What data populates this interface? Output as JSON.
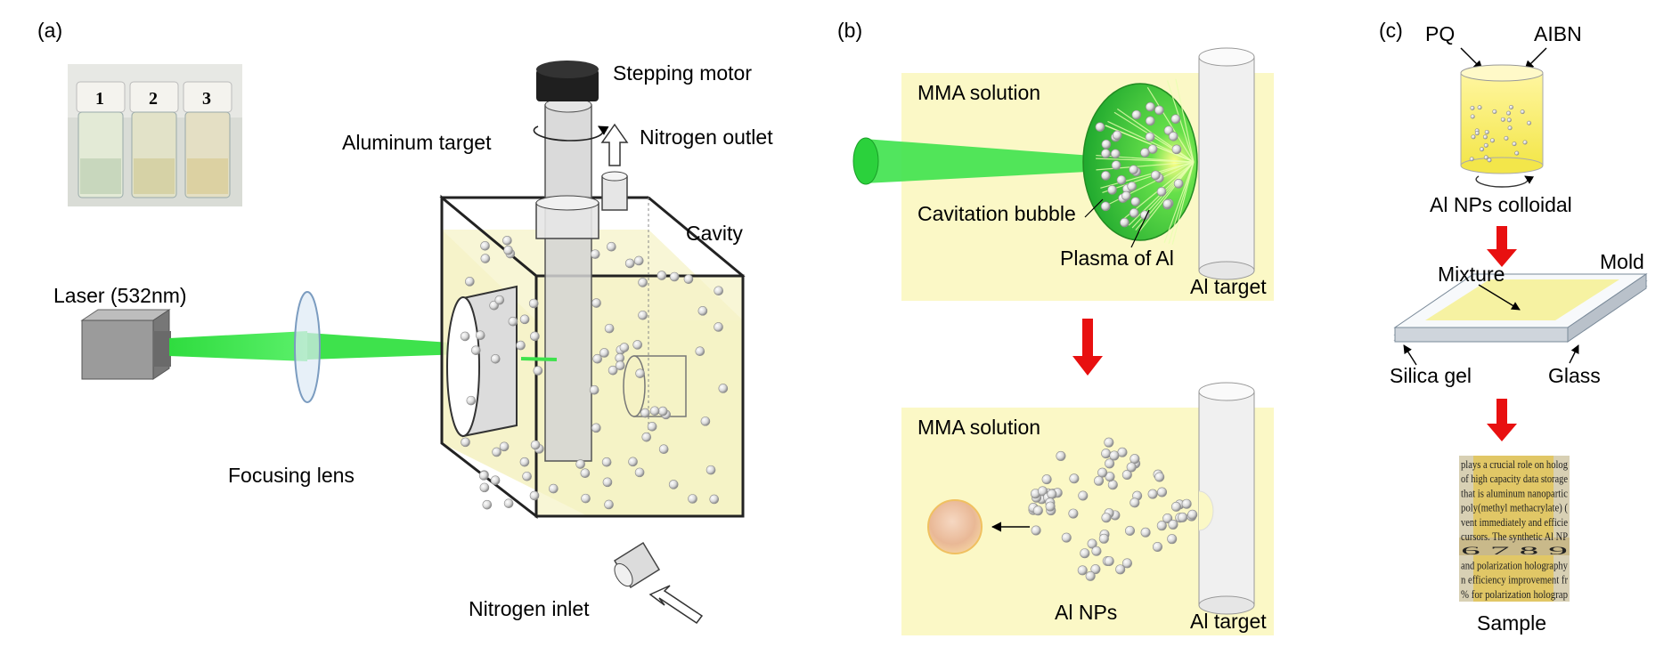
{
  "panels": {
    "a": {
      "label": "(a)",
      "vials": [
        "1",
        "2",
        "3"
      ],
      "laser": "Laser (532nm)",
      "lens": "Focusing lens",
      "motor": "Stepping motor",
      "target": "Aluminum target",
      "outlet": "Nitrogen outlet",
      "cavity": "Cavity",
      "inlet": "Nitrogen inlet"
    },
    "b": {
      "label": "(b)",
      "top_solution": "MMA solution",
      "bubble": "Cavitation bubble",
      "plasma": "Plasma of Al",
      "top_target": "Al target",
      "bottom_solution": "MMA solution",
      "nps": "Al NPs",
      "bottom_target": "Al target"
    },
    "c": {
      "label": "(c)",
      "pq": "PQ",
      "aibn": "AIBN",
      "colloid": "Al NPs colloidal",
      "mold": "Mold",
      "mixture": "Mixture",
      "silica": "Silica gel",
      "glass": "Glass",
      "sample": "Sample",
      "sample_text": [
        "plays a crucial role on holog",
        "of high capacity data storage",
        "that is aluminum nanopartic",
        "poly(methyl methacrylate) (",
        "vent immediately and efficie",
        "cursors. The synthetic Al NP",
        "6   7   8   9",
        "and polarization holography",
        "n efficiency improvement fr",
        "% for polarization holograp"
      ]
    }
  },
  "colors": {
    "solution": "#f5f2c4",
    "laser_green": "#33dd44",
    "arrow_red": "#e81010"
  }
}
